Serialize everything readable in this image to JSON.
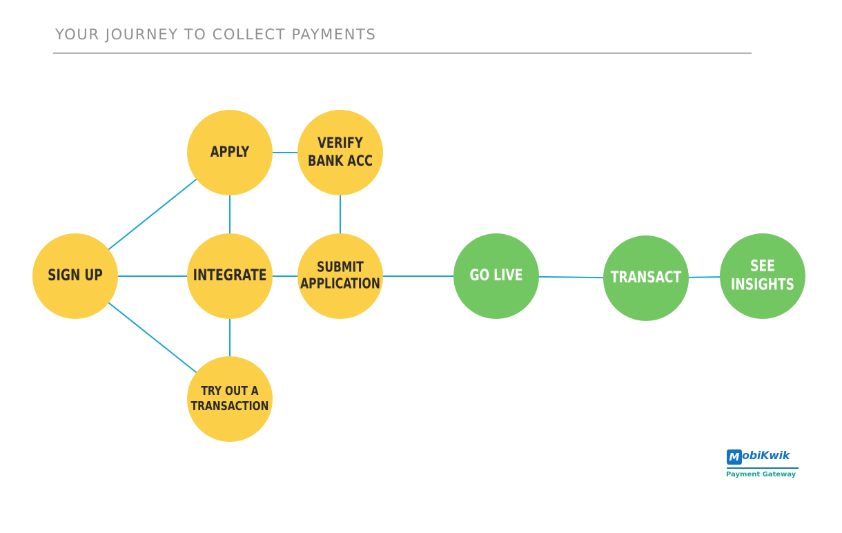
{
  "header": {
    "title": "YOUR JOURNEY TO COLLECT PAYMENTS"
  },
  "colors": {
    "setup_node": "#fccf48",
    "live_node": "#73c762",
    "connector": "#1aa5d3",
    "node_text_dark": "#2a2a2a",
    "node_text_light": "#ffffff",
    "title_text": "#8f8f8f",
    "brand_blue": "#1473c4",
    "brand_teal": "#17a38e"
  },
  "diagram": {
    "nodes": [
      {
        "id": "sign_up",
        "lines": [
          "SIGN UP"
        ],
        "stage": "setup"
      },
      {
        "id": "apply",
        "lines": [
          "APPLY"
        ],
        "stage": "setup"
      },
      {
        "id": "verify_bank",
        "lines": [
          "VERIFY",
          "BANK ACC"
        ],
        "stage": "setup"
      },
      {
        "id": "integrate",
        "lines": [
          "INTEGRATE"
        ],
        "stage": "setup"
      },
      {
        "id": "submit_application",
        "lines": [
          "SUBMIT",
          "APPLICATION"
        ],
        "stage": "setup"
      },
      {
        "id": "try_transaction",
        "lines": [
          "TRY OUT A",
          "TRANSACTION"
        ],
        "stage": "setup"
      },
      {
        "id": "go_live",
        "lines": [
          "GO LIVE"
        ],
        "stage": "live"
      },
      {
        "id": "transact",
        "lines": [
          "TRANSACT"
        ],
        "stage": "live"
      },
      {
        "id": "see_insights",
        "lines": [
          "SEE",
          "INSIGHTS"
        ],
        "stage": "live"
      }
    ],
    "edges": [
      [
        "sign_up",
        "apply"
      ],
      [
        "sign_up",
        "integrate"
      ],
      [
        "sign_up",
        "try_transaction"
      ],
      [
        "apply",
        "verify_bank"
      ],
      [
        "apply",
        "integrate"
      ],
      [
        "verify_bank",
        "submit_application"
      ],
      [
        "integrate",
        "submit_application"
      ],
      [
        "integrate",
        "try_transaction"
      ],
      [
        "submit_application",
        "go_live"
      ],
      [
        "go_live",
        "transact"
      ],
      [
        "transact",
        "see_insights"
      ]
    ]
  },
  "brand": {
    "mark": "M",
    "wordmark": "obiKwik",
    "tagline": "Payment Gateway"
  }
}
